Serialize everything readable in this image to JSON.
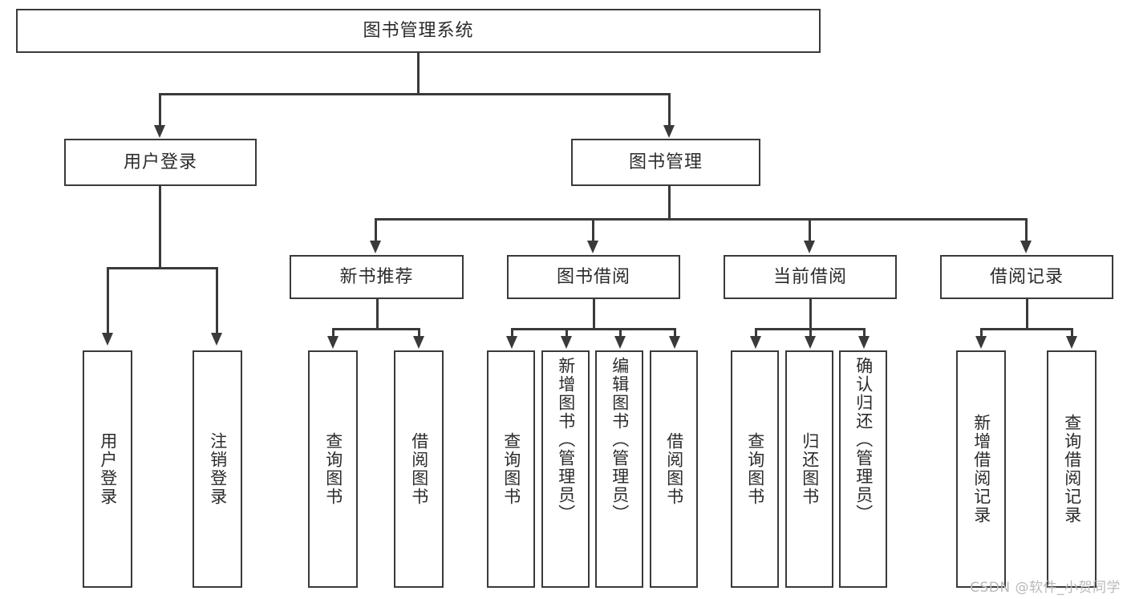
{
  "diagram": {
    "title": "图书管理系统",
    "root": {
      "label": "图书管理系统"
    },
    "level2": [
      {
        "label": "用户登录"
      },
      {
        "label": "图书管理"
      }
    ],
    "level3": [
      {
        "label": "新书推荐"
      },
      {
        "label": "图书借阅"
      },
      {
        "label": "当前借阅"
      },
      {
        "label": "借阅记录"
      }
    ],
    "leaves": {
      "user_login": [
        {
          "label": "用户登录"
        },
        {
          "label": "注销登录"
        }
      ],
      "new_book": [
        {
          "label": "查询图书"
        },
        {
          "label": "借阅图书"
        }
      ],
      "borrow_book": [
        {
          "label": "查询图书"
        },
        {
          "label": "新增图书（管理员）"
        },
        {
          "label": "编辑图书（管理员）"
        },
        {
          "label": "借阅图书"
        }
      ],
      "current_borrow": [
        {
          "label": "查询图书"
        },
        {
          "label": "归还图书"
        },
        {
          "label": "确认归还（管理员）"
        }
      ],
      "borrow_record": [
        {
          "label": "新增借阅记录"
        },
        {
          "label": "查询借阅记录"
        }
      ]
    }
  },
  "watermark": {
    "text": "CSDN @软件_小贺同学"
  },
  "colors": {
    "stroke": "#3a3a3a",
    "text": "#2b2b2b",
    "background": "#ffffff",
    "watermark": "#b9b9b9"
  }
}
